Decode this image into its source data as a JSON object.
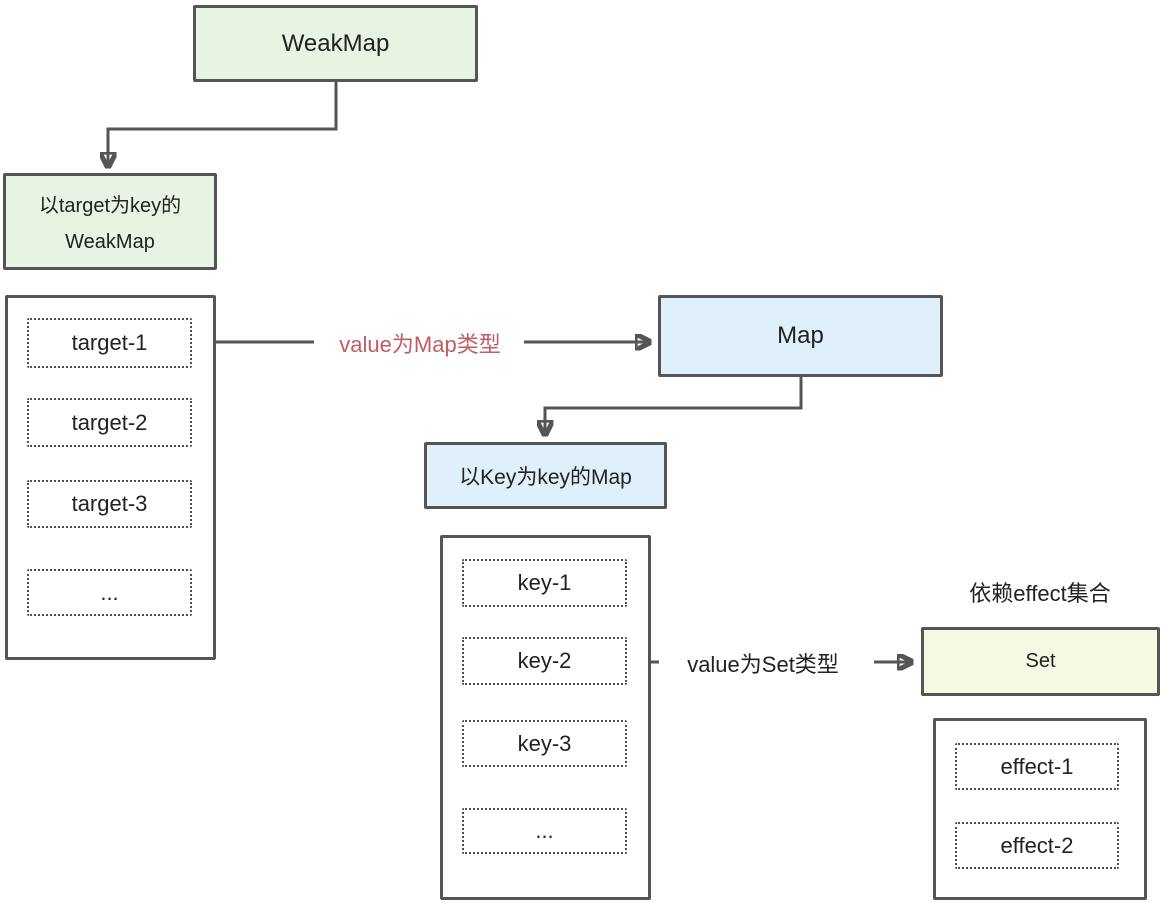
{
  "diagram": {
    "nodes": {
      "weakmap": {
        "label": "WeakMap"
      },
      "weakmap_desc": {
        "line1": "以target为key的",
        "line2": "WeakMap"
      },
      "map": {
        "label": "Map"
      },
      "map_desc": {
        "label": "以Key为key的Map"
      },
      "set": {
        "label": "Set"
      },
      "set_caption": "依赖effect集合"
    },
    "lists": {
      "targets": {
        "items": [
          "target-1",
          "target-2",
          "target-3",
          "..."
        ]
      },
      "keys": {
        "items": [
          "key-1",
          "key-2",
          "key-3",
          "..."
        ]
      },
      "effects": {
        "items": [
          "effect-1",
          "effect-2"
        ]
      }
    },
    "edges": {
      "target_to_map": {
        "label": "value为Map类型"
      },
      "key_to_set": {
        "label": "value为Set类型"
      }
    },
    "colors": {
      "green_fill": "#e7f3e3",
      "blue_fill": "#dff0fa",
      "yellow_fill": "#f6f8e3",
      "stroke": "#555555",
      "red_label": "#c05d63",
      "text": "#222222"
    }
  }
}
